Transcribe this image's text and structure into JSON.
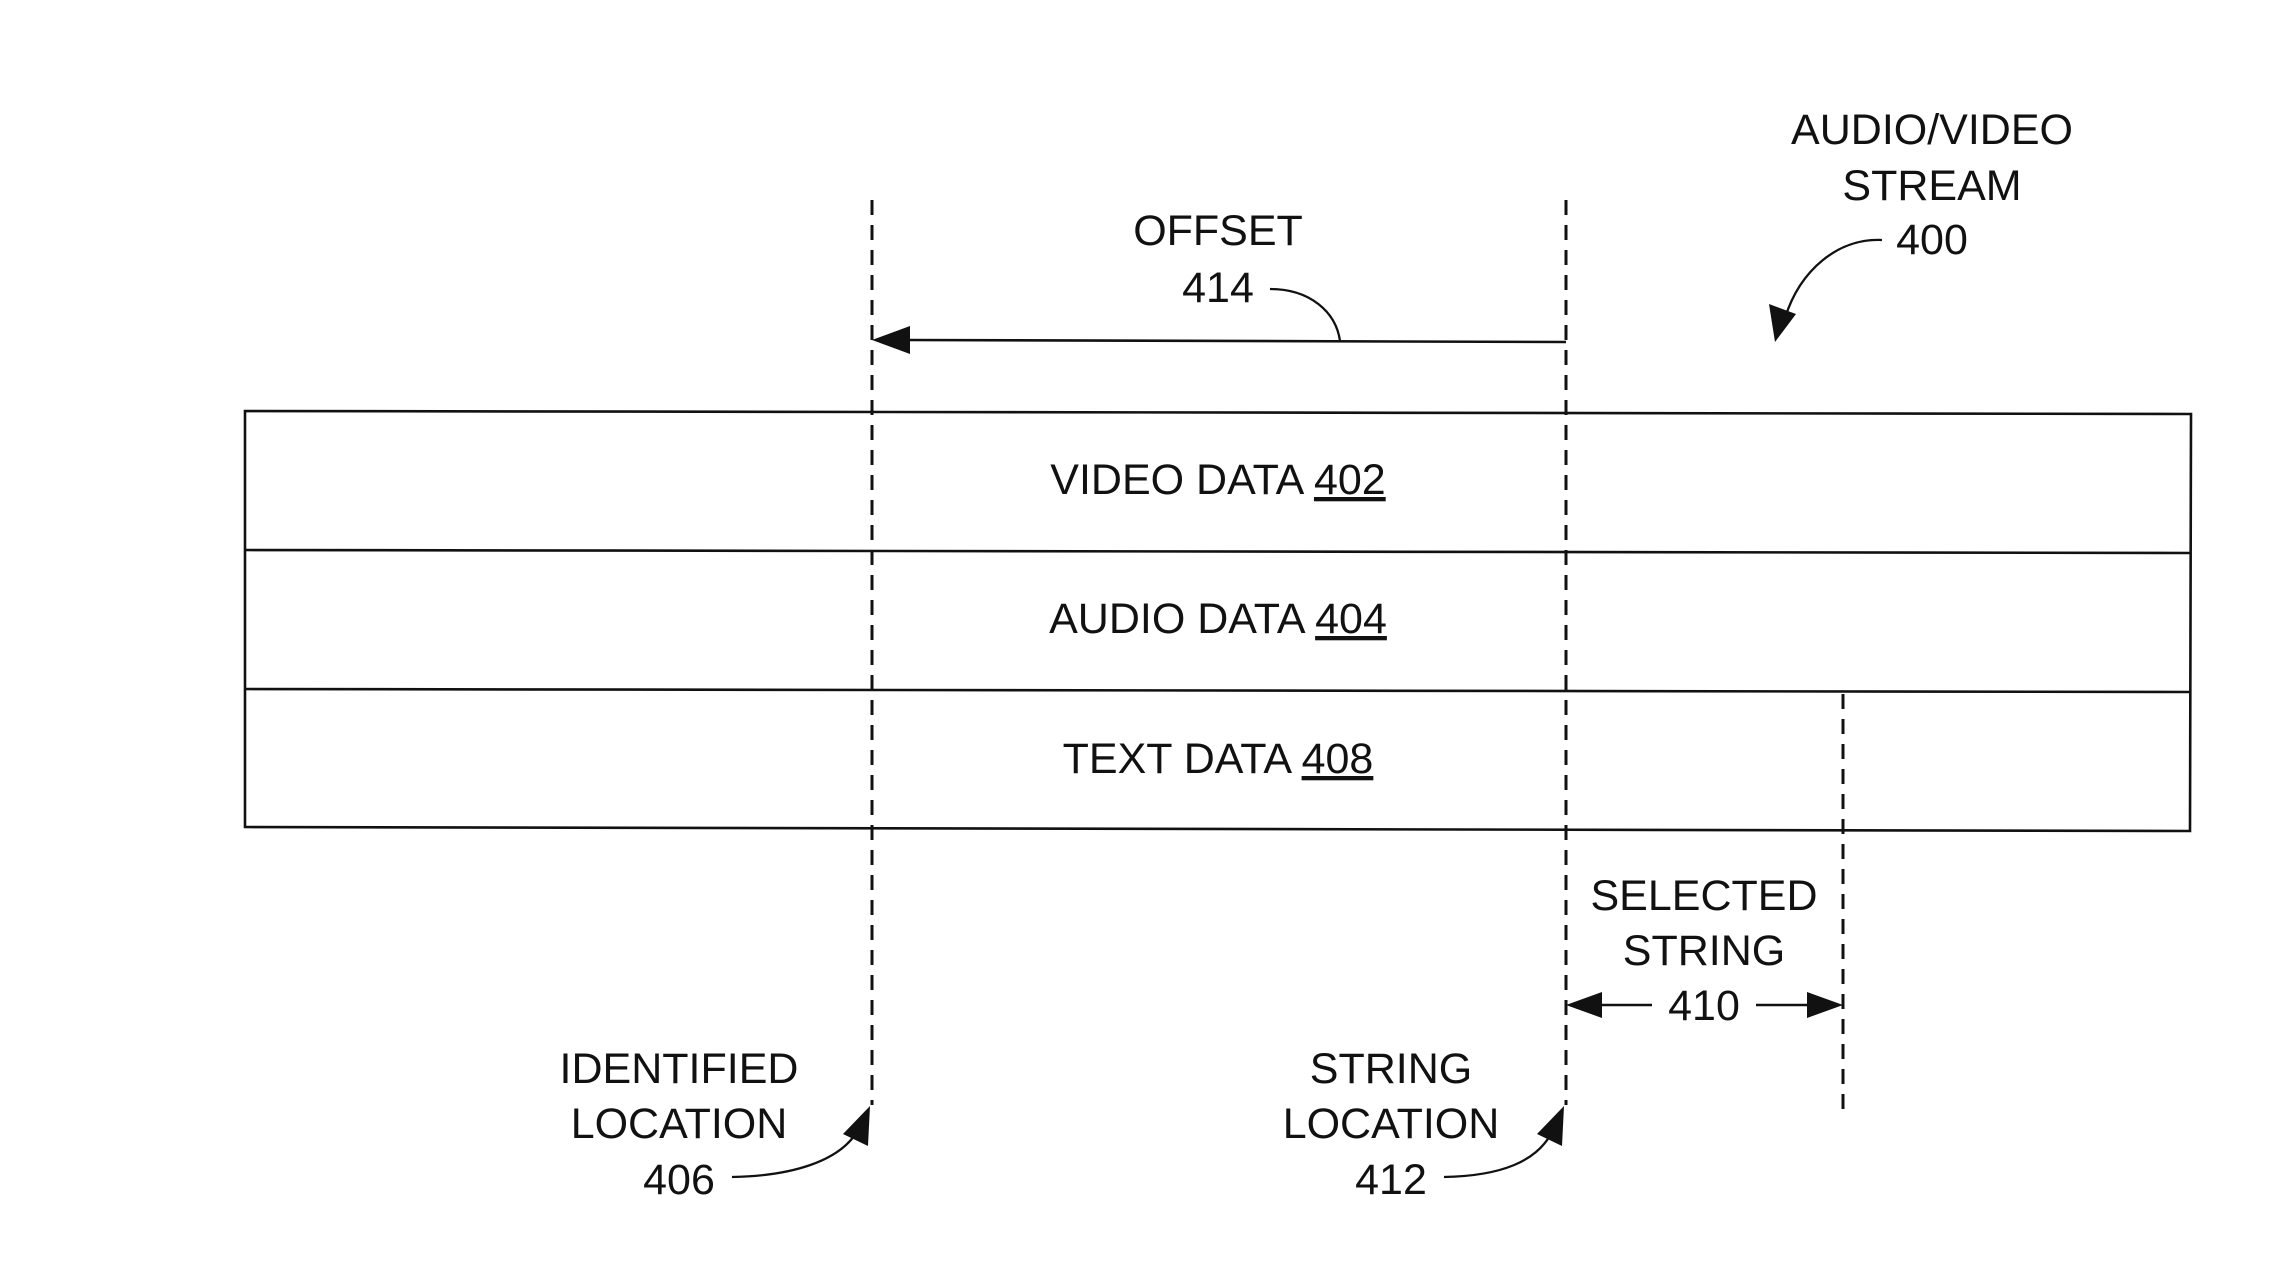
{
  "stream": {
    "label_line1": "AUDIO/VIDEO",
    "label_line2": "STREAM",
    "ref": "400"
  },
  "offset": {
    "label": "OFFSET",
    "ref": "414"
  },
  "tracks": [
    {
      "label": "VIDEO DATA ",
      "ref": "402"
    },
    {
      "label": "AUDIO DATA ",
      "ref": "404"
    },
    {
      "label": "TEXT DATA ",
      "ref": "408"
    }
  ],
  "selected_string": {
    "label_line1": "SELECTED",
    "label_line2": "STRING",
    "ref": "410"
  },
  "identified_location": {
    "label_line1": "IDENTIFIED",
    "label_line2": "LOCATION",
    "ref": "406"
  },
  "string_location": {
    "label_line1": "STRING",
    "label_line2": "LOCATION",
    "ref": "412"
  }
}
